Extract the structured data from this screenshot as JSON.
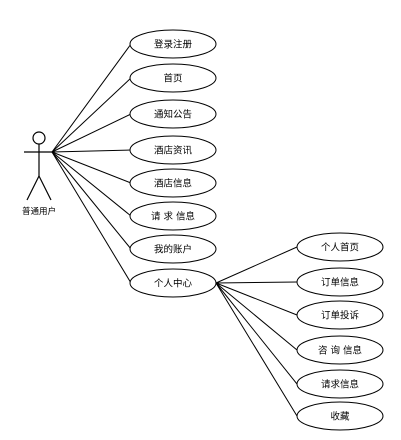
{
  "actor": {
    "name": "普通用户",
    "icon": "stick-figure-actor-icon"
  },
  "user_use_cases": [
    "登录注册",
    "首页",
    "通知公告",
    "酒店资讯",
    "酒店信息",
    "请 求 信息",
    "我的账户",
    "个人中心"
  ],
  "personal_center_use_cases": [
    "个人首页",
    "订单信息",
    "订单投诉",
    "咨 询 信息",
    "请求信息",
    "收藏"
  ],
  "colors": {
    "stroke": "#000000",
    "fill": "#ffffff"
  }
}
